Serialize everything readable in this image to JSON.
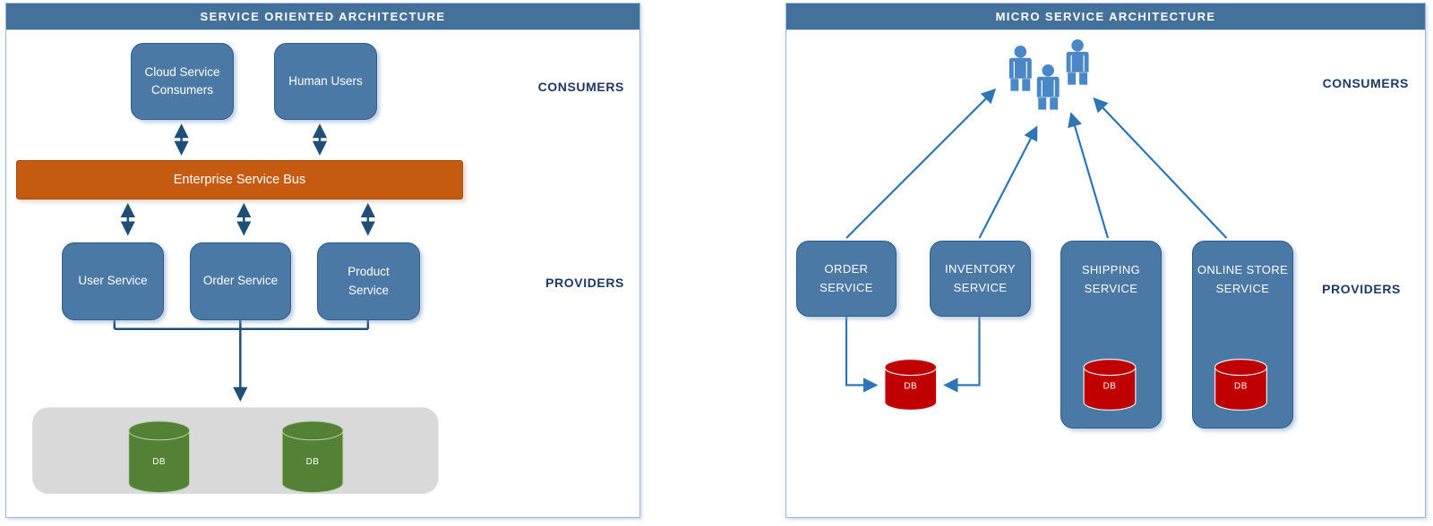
{
  "left_panel": {
    "title": "SERVICE ORIENTED ARCHITECTURE",
    "consumers_label": "CONSUMERS",
    "providers_label": "PROVIDERS",
    "boxes": {
      "cloud": "Cloud Service Consumers",
      "human": "Human Users",
      "esb": "Enterprise Service Bus",
      "user": "User Service",
      "order": "Order Service",
      "product": "Product Service"
    },
    "db_labels": [
      "DB",
      "DB"
    ]
  },
  "right_panel": {
    "title": "MICRO SERVICE ARCHITECTURE",
    "consumers_label": "CONSUMERS",
    "providers_label": "PROVIDERS",
    "boxes": {
      "order": "ORDER SERVICE",
      "inventory": "INVENTORY SERVICE",
      "shipping": "SHIPPING SERVICE",
      "online_store": "ONLINE STORE SERVICE"
    },
    "db_labels": [
      "DB",
      "DB",
      "DB"
    ]
  },
  "colors": {
    "header_blue": "#44719C",
    "box_blue": "#4A79A5",
    "box_border": "#2D5C8E",
    "esb_orange": "#C55A11",
    "navy_arrow": "#1F4E79",
    "blue_arrow": "#2E75B6",
    "green_db": "#538135",
    "red_db": "#C00000",
    "gray_container": "#D9D9D9",
    "label_navy": "#1F3864",
    "person_blue": "#4A87C6"
  }
}
